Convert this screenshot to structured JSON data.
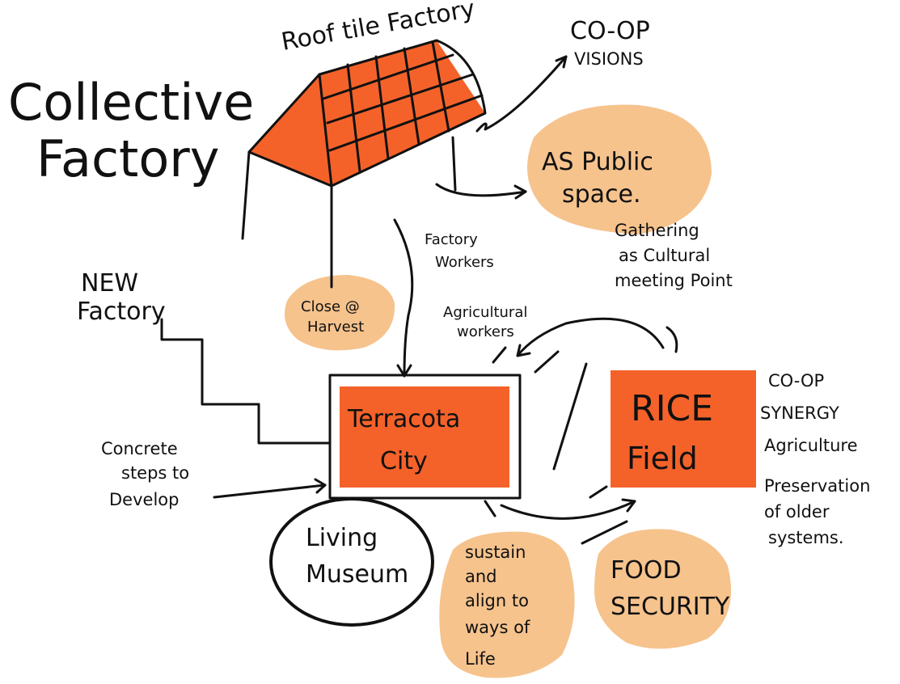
{
  "colors": {
    "orange": "#F4622A",
    "peach": "#F6C38D",
    "ink": "#111111",
    "paper": "#FFFFFF"
  },
  "title": {
    "line1": "Collective",
    "line2": "Factory"
  },
  "factory_label": "Roof tile Factory",
  "coop_visions": {
    "line1": "CO-OP",
    "line2": "VISIONS"
  },
  "public_space": {
    "line1": "AS Public",
    "line2": "space."
  },
  "gathering": {
    "line1": "Gathering",
    "line2": "as Cultural",
    "line3": "meeting Point"
  },
  "factory_workers": {
    "line1": "Factory",
    "line2": "Workers"
  },
  "close_harvest": {
    "line1": "Close @",
    "line2": "Harvest"
  },
  "new_factory": {
    "line1": "NEW",
    "line2": "Factory"
  },
  "agri_workers": {
    "line1": "Agricultural",
    "line2": "workers"
  },
  "terracota": {
    "line1": "Terracota",
    "line2": "City"
  },
  "rice": {
    "line1": "RICE",
    "line2": "Field"
  },
  "concrete": {
    "line1": "Concrete",
    "line2": "steps to",
    "line3": "Develop"
  },
  "museum": {
    "line1": "Living",
    "line2": "Museum"
  },
  "sustain": {
    "line1": "sustain",
    "line2": "and",
    "line3": "align to",
    "line4": "ways of",
    "line5": "Life"
  },
  "food": {
    "line1": "FOOD",
    "line2": "SECURITY"
  },
  "coop_list": {
    "l1": "CO-OP",
    "l2": "SYNERGY",
    "l3": "Agriculture",
    "l4": "Preservation",
    "l5": "of older",
    "l6": "systems."
  }
}
